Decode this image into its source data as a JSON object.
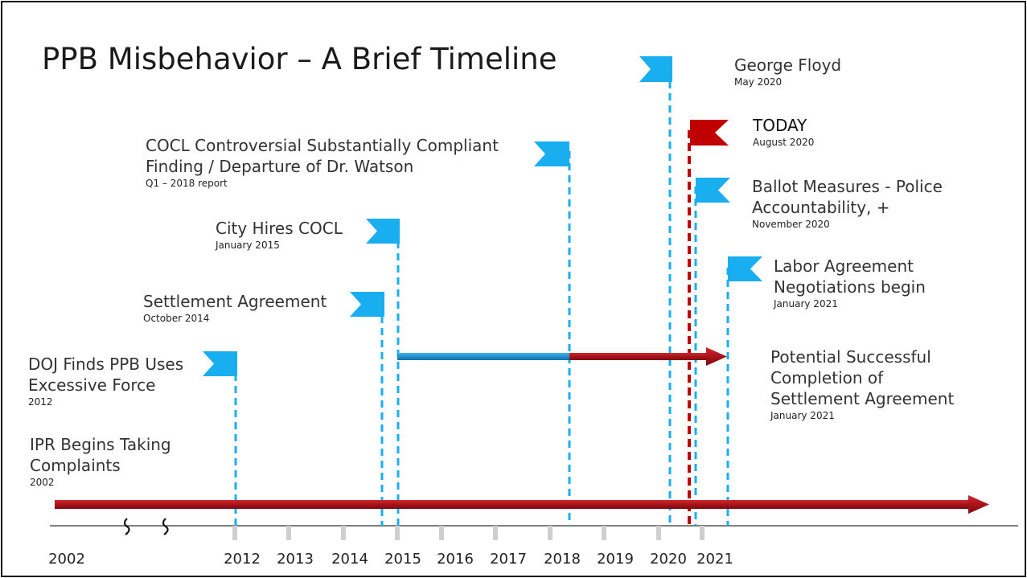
{
  "slide": {
    "title": "PPB Misbehavior – A Brief Timeline"
  },
  "colors": {
    "flag_blue": "#19aef0",
    "flag_red": "#c00000",
    "arrow_red": "#b01218",
    "blue_line": "#1a8fcf",
    "tick_gray": "#cfcfcf"
  },
  "axis": {
    "years": [
      "2002",
      "2012",
      "2013",
      "2014",
      "2015",
      "2016",
      "2017",
      "2018",
      "2019",
      "2020",
      "2021"
    ]
  },
  "events": [
    {
      "title": [
        "IPR Begins Taking",
        "Complaints"
      ],
      "date": "2002",
      "flag": "none"
    },
    {
      "title": [
        "DOJ Finds PPB Uses",
        "Excessive Force"
      ],
      "date": "2012",
      "flag": "blue"
    },
    {
      "title": [
        "Settlement Agreement"
      ],
      "date": "October 2014",
      "flag": "blue"
    },
    {
      "title": [
        "City Hires COCL"
      ],
      "date": "January 2015",
      "flag": "blue"
    },
    {
      "title": [
        "COCL Controversial Substantially Compliant",
        "Finding / Departure of Dr. Watson"
      ],
      "date": "Q1 – 2018 report",
      "flag": "blue"
    },
    {
      "title": [
        "George Floyd"
      ],
      "date": "May 2020",
      "flag": "blue"
    },
    {
      "title": [
        "TODAY"
      ],
      "date": "August 2020",
      "flag": "red"
    },
    {
      "title": [
        "Ballot Measures - Police",
        "Accountability, +"
      ],
      "date": "November 2020",
      "flag": "blue"
    },
    {
      "title": [
        "Labor Agreement",
        "Negotiations begin"
      ],
      "date": "January 2021",
      "flag": "blue"
    },
    {
      "title": [
        "Potential Successful",
        "Completion of",
        "Settlement Agreement"
      ],
      "date": "January 2021",
      "flag": "none"
    }
  ]
}
